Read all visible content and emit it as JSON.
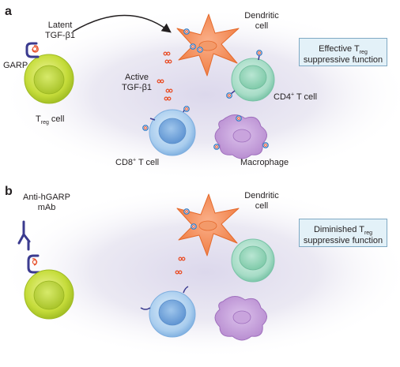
{
  "panel_a": {
    "letter": "a",
    "garp": "GARP",
    "latent_line1": "Latent",
    "latent_line2": "TGF-β1",
    "treg_main": "T",
    "treg_sub": "reg",
    "treg_tail": " cell",
    "active_line1": "Active",
    "active_line2": "TGF-β1",
    "dendritic_line1": "Dendritic",
    "dendritic_line2": "cell",
    "cd4_main": "CD4",
    "cd4_sup": "+",
    "cd4_tail": " T cell",
    "cd8_main": "CD8",
    "cd8_sup": "+",
    "cd8_tail": " T cell",
    "macrophage": "Macrophage",
    "box_line1_main": "Effective T",
    "box_line1_sub": "reg",
    "box_line2": "suppressive function"
  },
  "panel_b": {
    "letter": "b",
    "antibody_line1": "Anti-hGARP",
    "antibody_line2": "mAb",
    "dendritic_line1": "Dendritic",
    "dendritic_line2": "cell",
    "box_line1_main": "Diminished T",
    "box_line1_sub": "reg",
    "box_line2": "suppressive function"
  },
  "colors": {
    "treg": "#c5dc3a",
    "dendritic": "#f07f45",
    "cd4": "#8fd3b8",
    "cd8": "#9cc7ea",
    "macrophage": "#b98bd0",
    "garp": "#3b3b8f",
    "tgf": "#e8542f",
    "background_glow": "#e9e6f2"
  }
}
